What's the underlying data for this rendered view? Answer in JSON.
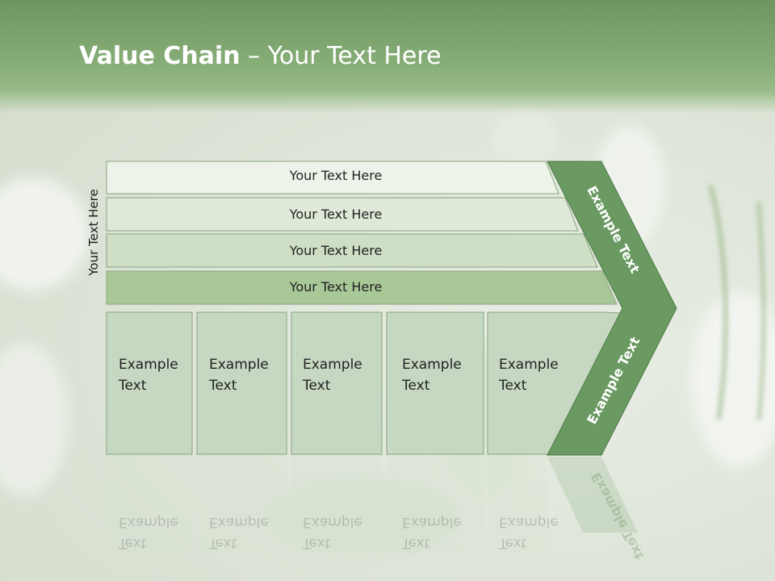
{
  "slide": {
    "title_bold": "Value Chain",
    "title_rest": " – Your Text Here",
    "side_label": "Your Text Here",
    "rows": [
      "Your Text Here",
      "Your Text Here",
      "Your Text Here",
      "Your Text Here"
    ],
    "columns": [
      {
        "line1": "Example",
        "line2": "Text"
      },
      {
        "line1": "Example",
        "line2": "Text"
      },
      {
        "line1": "Example",
        "line2": "Text"
      },
      {
        "line1": "Example",
        "line2": "Text"
      },
      {
        "line1": "Example",
        "line2": "Text"
      }
    ],
    "chevron_top_text": "Example Text",
    "chevron_bottom_text": "Example Text"
  },
  "colors": {
    "header": "#7ea36e",
    "chevron": "#6a9a62",
    "row1": "#eef3ea",
    "row2": "#dfe9d8",
    "row3": "#cfdfc5",
    "row4": "#a9c898",
    "column_fill": "#c6d8c2"
  }
}
